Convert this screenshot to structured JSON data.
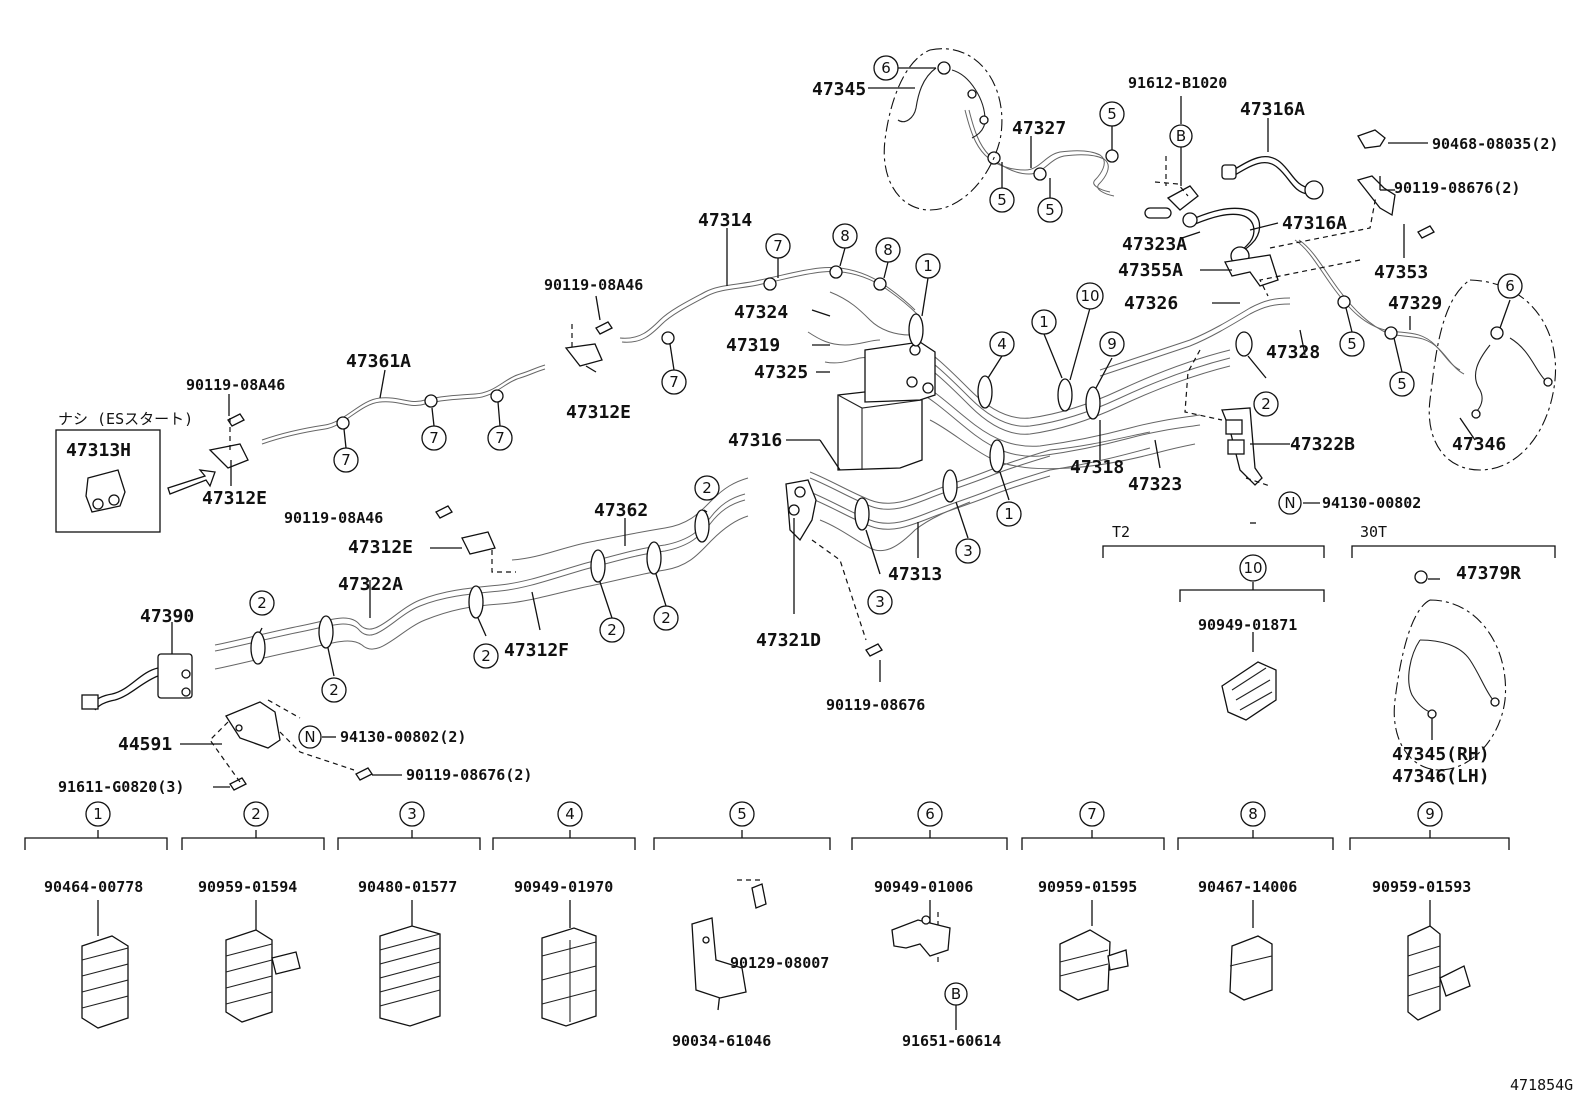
{
  "diagram_id": "471854G",
  "note_box": {
    "caption": "ナシ (ESスタート)",
    "part": "47313H"
  },
  "labels": {
    "p47345": "47345",
    "p47327": "47327",
    "p91612": "91612-B1020",
    "p47316A_top": "47316A",
    "p90468": "90468-08035(2)",
    "p90119_08676_2_top": "90119-08676(2)",
    "p47316A_mid": "47316A",
    "p47323A": "47323A",
    "p47355A": "47355A",
    "p47353": "47353",
    "p47314": "47314",
    "p90119_08A46_top": "90119-08A46",
    "p47324": "47324",
    "p47319": "47319",
    "p47325": "47325",
    "p47312E_top": "47312E",
    "p47326": "47326",
    "p47329": "47329",
    "p47328": "47328",
    "p47361A": "47361A",
    "p90119_08A46_left": "90119-08A46",
    "p47312E_left": "47312E",
    "p47316": "47316",
    "p47322B": "47322B",
    "p47318": "47318",
    "p47323": "47323",
    "p47346": "47346",
    "p94130_00802": "94130-00802",
    "p47362": "47362",
    "p90119_08A46_mid": "90119-08A46",
    "p47312E_mid": "47312E",
    "p47313": "47313",
    "p47322A": "47322A",
    "p47312F": "47312F",
    "p47321D": "47321D",
    "p90119_08676": "90119-08676",
    "p47390": "47390",
    "p44591": "44591",
    "p94130_00802_2": "94130-00802(2)",
    "p90119_08676_2_low": "90119-08676(2)",
    "p91611": "91611-G0820(3)",
    "t2": "T2",
    "p90949_01871": "90949-01871",
    "t30": "30T",
    "p47379R": "47379R",
    "p47345RH": "47345(RH)",
    "p47346LH": "47346(LH)"
  },
  "callouts": {
    "b": "B",
    "n": "N",
    "c1": "1",
    "c2": "2",
    "c3": "3",
    "c4": "4",
    "c5": "5",
    "c6": "6",
    "c7": "7",
    "c8": "8",
    "c9": "9",
    "c10": "10"
  },
  "clamps": [
    {
      "ref": "1",
      "part": "90464-00778"
    },
    {
      "ref": "2",
      "part": "90959-01594"
    },
    {
      "ref": "3",
      "part": "90480-01577"
    },
    {
      "ref": "4",
      "part": "90949-01970"
    },
    {
      "ref": "5",
      "part": "90034-61046",
      "extra": "90129-08007"
    },
    {
      "ref": "6",
      "part": "90949-01006",
      "extra": "91651-60614"
    },
    {
      "ref": "7",
      "part": "90959-01595"
    },
    {
      "ref": "8",
      "part": "90467-14006"
    },
    {
      "ref": "9",
      "part": "90959-01593"
    }
  ]
}
